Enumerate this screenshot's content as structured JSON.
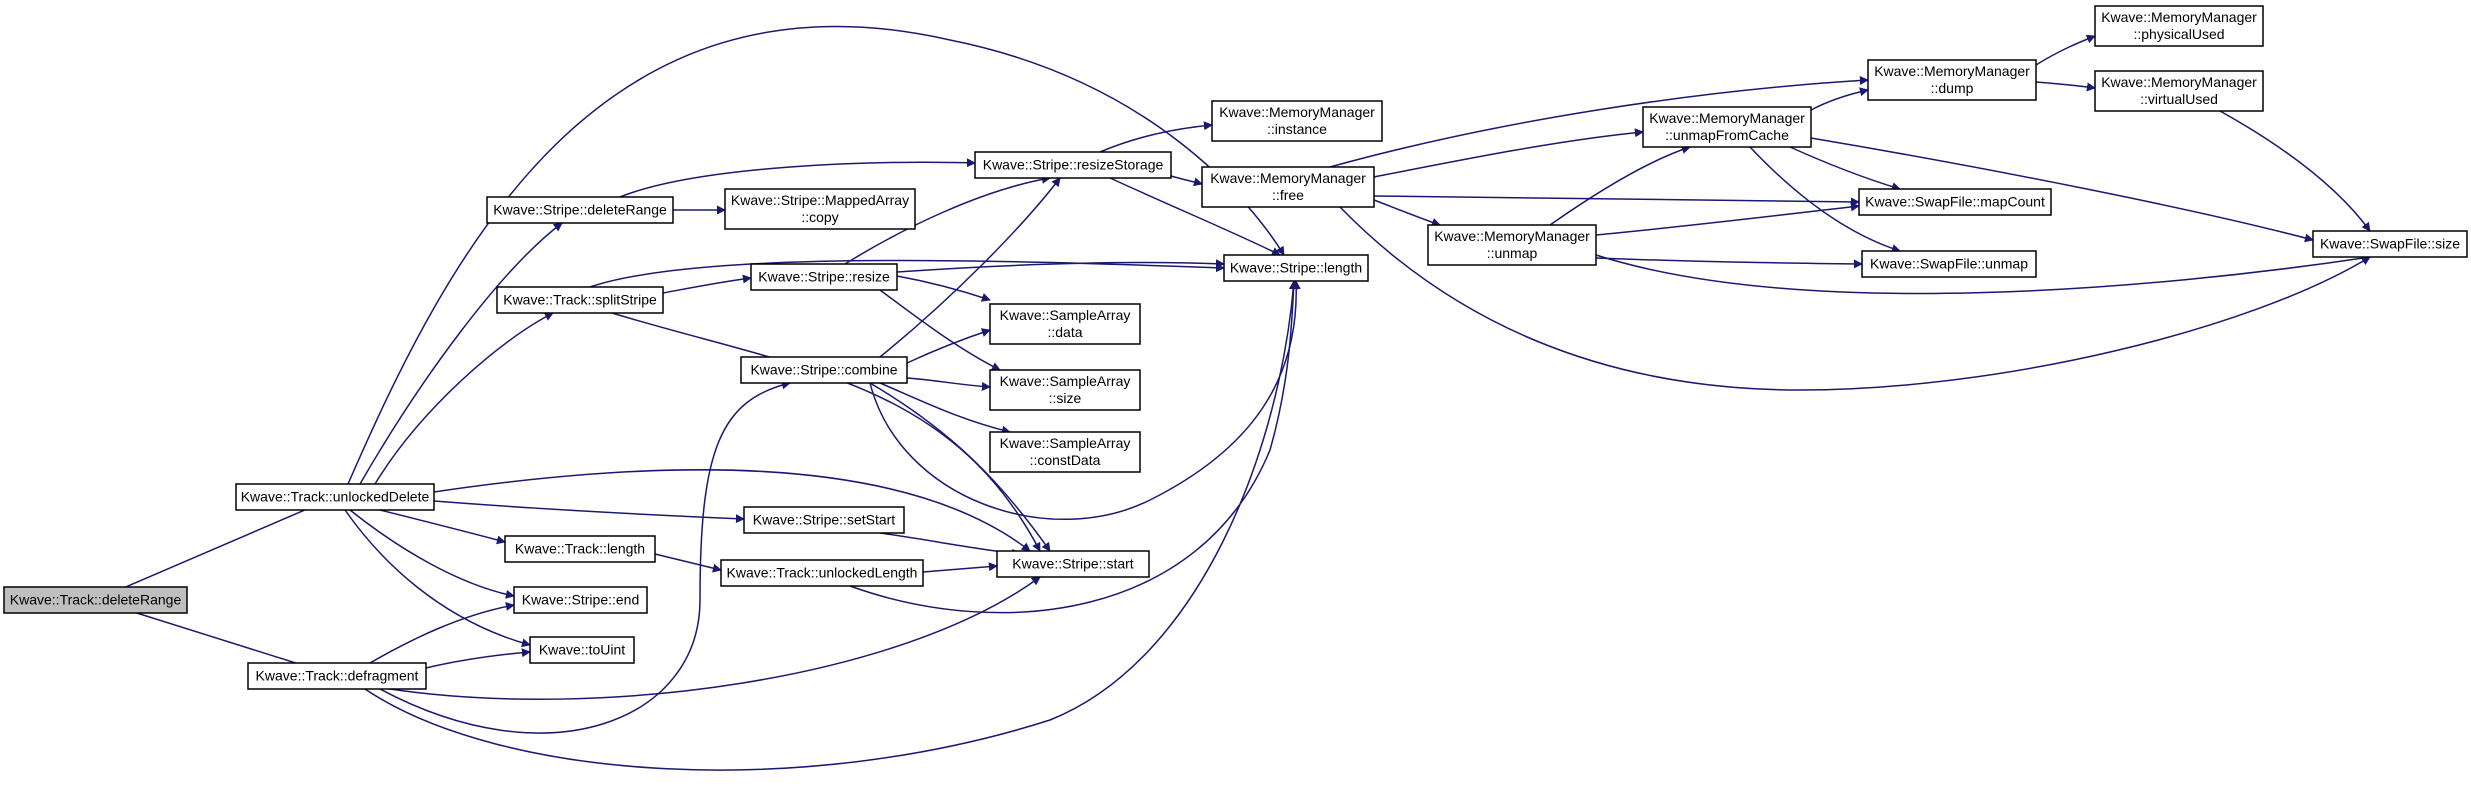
{
  "graph": {
    "colors": {
      "edge": "#191970",
      "node_border": "#000000",
      "root_fill": "#bfbfbf",
      "node_fill": "#ffffff"
    },
    "nodes": [
      {
        "id": "deleteRange",
        "lines": [
          "Kwave::Track::deleteRange"
        ],
        "root": true
      },
      {
        "id": "unlockedDelete",
        "lines": [
          "Kwave::Track::unlockedDelete"
        ]
      },
      {
        "id": "defragment",
        "lines": [
          "Kwave::Track::defragment"
        ]
      },
      {
        "id": "stripeDeleteRange",
        "lines": [
          "Kwave::Stripe::deleteRange"
        ]
      },
      {
        "id": "splitStripe",
        "lines": [
          "Kwave::Track::splitStripe"
        ]
      },
      {
        "id": "trackLength",
        "lines": [
          "Kwave::Track::length"
        ]
      },
      {
        "id": "stripeEnd",
        "lines": [
          "Kwave::Stripe::end"
        ]
      },
      {
        "id": "toUint",
        "lines": [
          "Kwave::toUint"
        ]
      },
      {
        "id": "mappedCopy",
        "lines": [
          "Kwave::Stripe::MappedArray",
          "::copy"
        ]
      },
      {
        "id": "resizeStorage",
        "lines": [
          "Kwave::Stripe::resizeStorage"
        ]
      },
      {
        "id": "stripeResize",
        "lines": [
          "Kwave::Stripe::resize"
        ]
      },
      {
        "id": "combine",
        "lines": [
          "Kwave::Stripe::combine"
        ]
      },
      {
        "id": "setStart",
        "lines": [
          "Kwave::Stripe::setStart"
        ]
      },
      {
        "id": "unlockedLength",
        "lines": [
          "Kwave::Track::unlockedLength"
        ]
      },
      {
        "id": "stripeStart",
        "lines": [
          "Kwave::Stripe::start"
        ]
      },
      {
        "id": "saData",
        "lines": [
          "Kwave::SampleArray",
          "::data"
        ]
      },
      {
        "id": "saSize",
        "lines": [
          "Kwave::SampleArray",
          "::size"
        ]
      },
      {
        "id": "saConstData",
        "lines": [
          "Kwave::SampleArray",
          "::constData"
        ]
      },
      {
        "id": "mmInstance",
        "lines": [
          "Kwave::MemoryManager",
          "::instance"
        ]
      },
      {
        "id": "mmFree",
        "lines": [
          "Kwave::MemoryManager",
          "::free"
        ]
      },
      {
        "id": "stripeLength",
        "lines": [
          "Kwave::Stripe::length"
        ]
      },
      {
        "id": "mmUnmap",
        "lines": [
          "Kwave::MemoryManager",
          "::unmap"
        ]
      },
      {
        "id": "mmUnmapFromCache",
        "lines": [
          "Kwave::MemoryManager",
          "::unmapFromCache"
        ]
      },
      {
        "id": "mmDump",
        "lines": [
          "Kwave::MemoryManager",
          "::dump"
        ]
      },
      {
        "id": "swapMapCount",
        "lines": [
          "Kwave::SwapFile::mapCount"
        ]
      },
      {
        "id": "swapUnmap",
        "lines": [
          "Kwave::SwapFile::unmap"
        ]
      },
      {
        "id": "mmPhysicalUsed",
        "lines": [
          "Kwave::MemoryManager",
          "::physicalUsed"
        ]
      },
      {
        "id": "mmVirtualUsed",
        "lines": [
          "Kwave::MemoryManager",
          "::virtualUsed"
        ]
      },
      {
        "id": "swapSize",
        "lines": [
          "Kwave::SwapFile::size"
        ]
      }
    ],
    "edges": [
      [
        "deleteRange",
        "unlockedDelete"
      ],
      [
        "deleteRange",
        "defragment"
      ],
      [
        "unlockedDelete",
        "stripeDeleteRange"
      ],
      [
        "unlockedDelete",
        "splitStripe"
      ],
      [
        "unlockedDelete",
        "stripeLength"
      ],
      [
        "unlockedDelete",
        "trackLength"
      ],
      [
        "unlockedDelete",
        "setStart"
      ],
      [
        "unlockedDelete",
        "stripeStart"
      ],
      [
        "unlockedDelete",
        "stripeEnd"
      ],
      [
        "unlockedDelete",
        "toUint"
      ],
      [
        "defragment",
        "combine"
      ],
      [
        "defragment",
        "stripeEnd"
      ],
      [
        "defragment",
        "toUint"
      ],
      [
        "defragment",
        "stripeStart"
      ],
      [
        "defragment",
        "stripeLength"
      ],
      [
        "stripeDeleteRange",
        "mappedCopy"
      ],
      [
        "stripeDeleteRange",
        "resizeStorage"
      ],
      [
        "splitStripe",
        "stripeResize"
      ],
      [
        "splitStripe",
        "stripeLength"
      ],
      [
        "splitStripe",
        "stripeStart"
      ],
      [
        "trackLength",
        "unlockedLength"
      ],
      [
        "stripeResize",
        "resizeStorage"
      ],
      [
        "stripeResize",
        "saData"
      ],
      [
        "stripeResize",
        "saSize"
      ],
      [
        "stripeResize",
        "stripeLength"
      ],
      [
        "combine",
        "resizeStorage"
      ],
      [
        "combine",
        "saData"
      ],
      [
        "combine",
        "saSize"
      ],
      [
        "combine",
        "saConstData"
      ],
      [
        "combine",
        "stripeLength"
      ],
      [
        "combine",
        "stripeStart"
      ],
      [
        "setStart",
        "stripeStart"
      ],
      [
        "unlockedLength",
        "stripeStart"
      ],
      [
        "unlockedLength",
        "stripeLength"
      ],
      [
        "resizeStorage",
        "mmInstance"
      ],
      [
        "resizeStorage",
        "mmFree"
      ],
      [
        "resizeStorage",
        "stripeLength"
      ],
      [
        "mmFree",
        "mmDump"
      ],
      [
        "mmFree",
        "mmUnmapFromCache"
      ],
      [
        "mmFree",
        "swapMapCount"
      ],
      [
        "mmFree",
        "mmUnmap"
      ],
      [
        "mmFree",
        "swapSize"
      ],
      [
        "mmUnmap",
        "mmUnmapFromCache"
      ],
      [
        "mmUnmap",
        "swapMapCount"
      ],
      [
        "mmUnmap",
        "swapUnmap"
      ],
      [
        "mmUnmap",
        "swapSize"
      ],
      [
        "mmUnmapFromCache",
        "mmDump"
      ],
      [
        "mmUnmapFromCache",
        "swapMapCount"
      ],
      [
        "mmUnmapFromCache",
        "swapUnmap"
      ],
      [
        "mmUnmapFromCache",
        "swapSize"
      ],
      [
        "mmDump",
        "mmPhysicalUsed"
      ],
      [
        "mmDump",
        "mmVirtualUsed"
      ],
      [
        "mmVirtualUsed",
        "swapSize"
      ]
    ]
  }
}
